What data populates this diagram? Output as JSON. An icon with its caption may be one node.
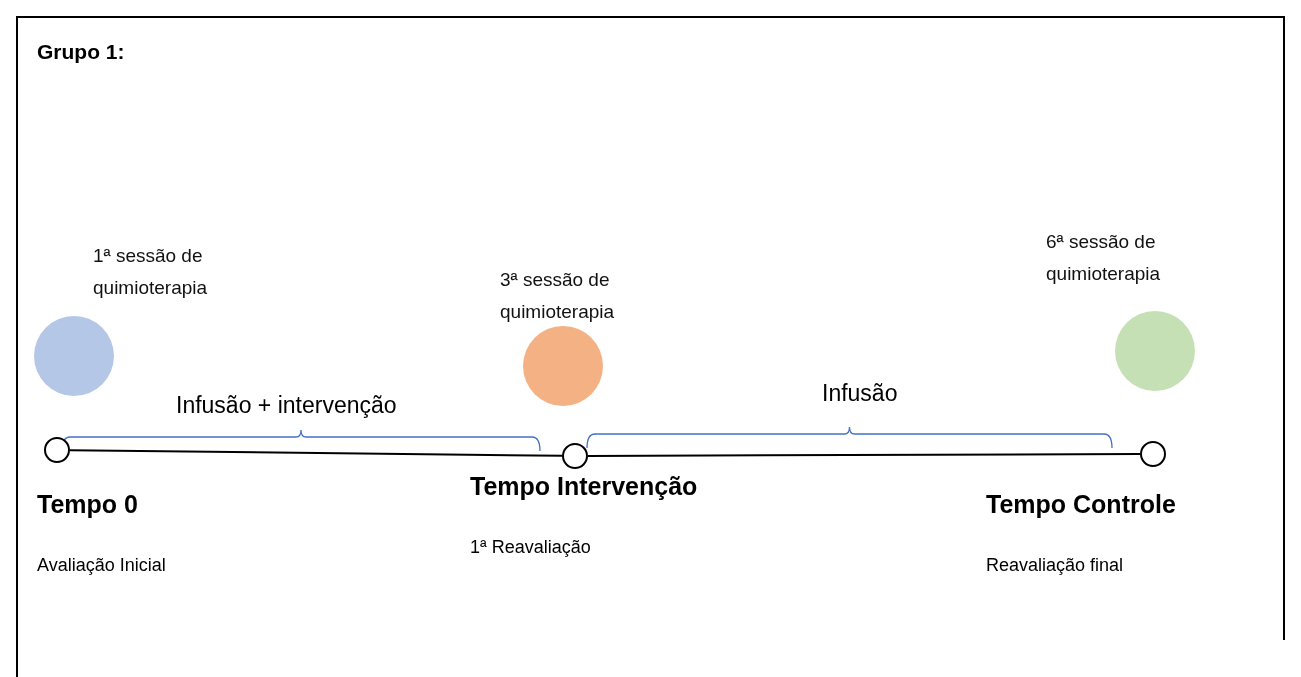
{
  "diagram": {
    "title": "Grupo 1:",
    "nodes": [
      {
        "text": [],
        "shape": "circle",
        "beside": [
          "1ª sessão de quimioterapia"
        ]
      },
      {
        "text": [],
        "shape": "circle",
        "beside": [
          "Tempo 0",
          "Avaliação Inicial"
        ]
      },
      {
        "text": [],
        "shape": "circle",
        "beside": [
          "3ª sessão de quimioterapia"
        ]
      },
      {
        "text": [],
        "shape": "circle",
        "beside": [
          "Tempo Intervenção",
          "1ª Reavaliação"
        ]
      },
      {
        "text": [],
        "shape": "circle",
        "beside": [
          "6ª sessão de quimioterapia"
        ]
      },
      {
        "text": [],
        "shape": "circle",
        "beside": [
          "Tempo Controle",
          "Reavaliação final"
        ]
      }
    ],
    "edges": [
      {
        "from": 1,
        "to": 3,
        "arrow": "none"
      },
      {
        "from": 3,
        "to": 5,
        "arrow": "none"
      }
    ],
    "labels": [
      "Infusão + intervenção",
      "Infusão"
    ]
  }
}
